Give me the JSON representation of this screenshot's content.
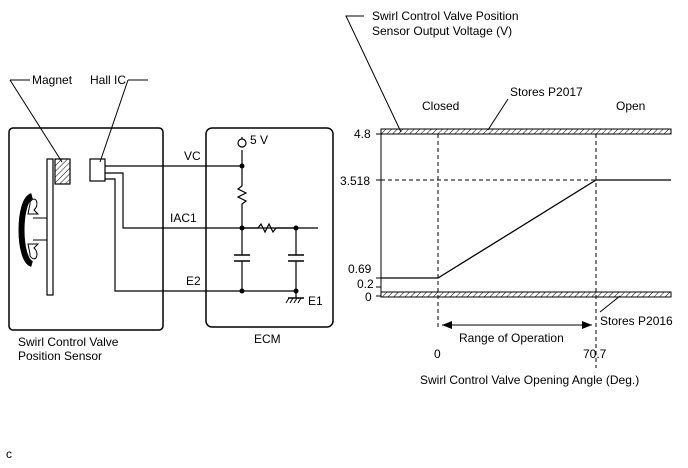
{
  "circuit": {
    "magnet_label": "Magnet",
    "hall_ic_label": "Hall IC",
    "sensor_label_line1": "Swirl Control Valve",
    "sensor_label_line2": "Position Sensor",
    "ecm_label": "ECM",
    "supply_label": "5 V",
    "terminals": {
      "vc": "VC",
      "iac1": "IAC1",
      "e2": "E2",
      "e1": "E1"
    }
  },
  "graph": {
    "y_title_line1": "Swirl Control Valve Position",
    "y_title_line2": "Sensor Output Voltage (V)",
    "x_title": "Swirl Control Valve Opening Angle (Deg.)",
    "closed_label": "Closed",
    "open_label": "Open",
    "stores_upper": "Stores P2017",
    "stores_lower": "Stores P2016",
    "range_label": "Range of Operation",
    "y_ticks": [
      "4.8",
      "3.518",
      "0.69",
      "0.2",
      "0"
    ],
    "x_ticks": [
      "0",
      "70.7"
    ]
  },
  "chart_data": {
    "type": "line",
    "x": [
      0,
      70.7
    ],
    "y": [
      0.69,
      3.518
    ],
    "xlabel": "Swirl Control Valve Opening Angle (Deg.)",
    "ylabel": "Swirl Control Valve Position Sensor Output Voltage (V)",
    "y_ticks": [
      0,
      0.2,
      0.69,
      3.518,
      4.8
    ],
    "x_ticks": [
      0,
      70.7
    ],
    "bands": [
      {
        "label": "Stores P2017",
        "from": 4.8
      },
      {
        "label": "Stores P2016",
        "to": 0
      }
    ]
  },
  "footer": {
    "code": "c"
  }
}
